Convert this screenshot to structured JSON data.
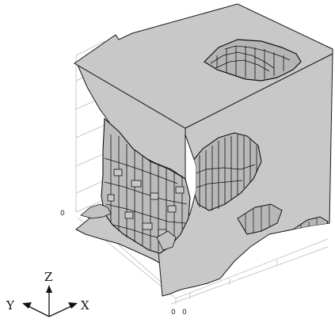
{
  "viewport": {
    "tick_labels": {
      "left_axis_origin": "0",
      "front_axis_origin_a": "0",
      "front_axis_origin_b": "0"
    },
    "triad": {
      "z_label": "Z",
      "y_label": "Y",
      "x_label": "X"
    }
  },
  "colors": {
    "solid_fill": "#c8c8c8",
    "solid_edge": "#1a1a1a",
    "grid_line": "#c9c9c9",
    "background": "#ffffff"
  }
}
